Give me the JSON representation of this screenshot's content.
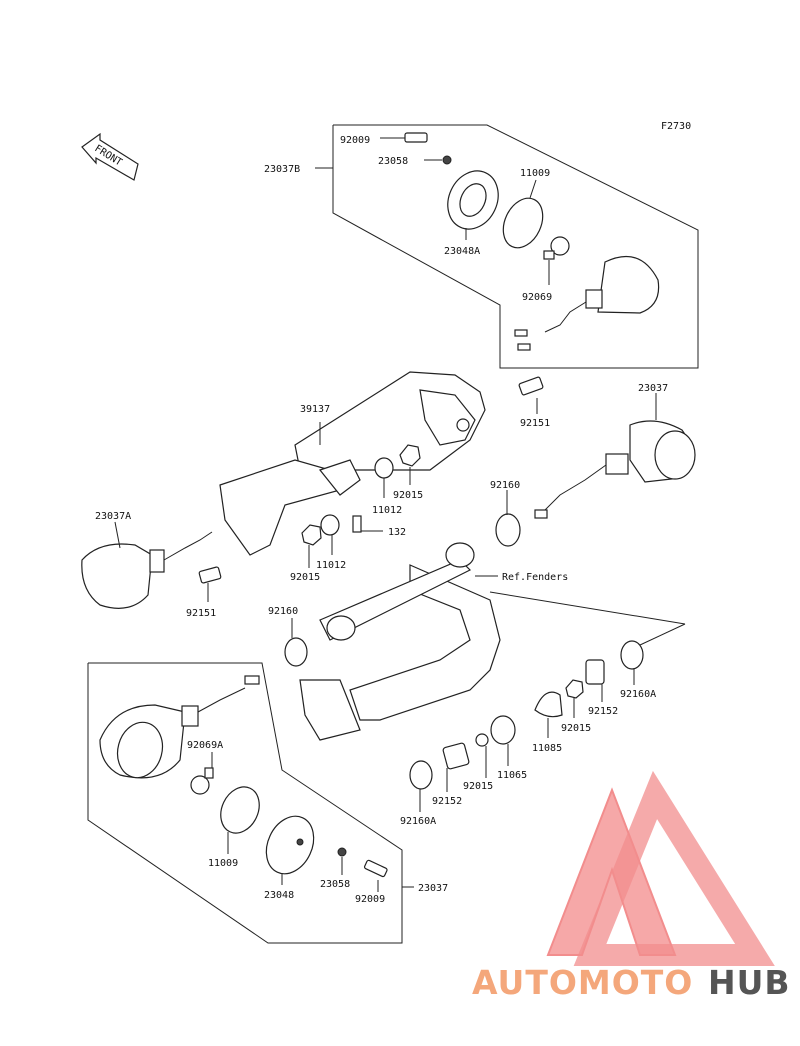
{
  "diagram_code": "F2730",
  "front_label": "FRONT",
  "ref_note": "Ref.Fenders",
  "parts": [
    {
      "id": "p-92009-top",
      "number": "92009"
    },
    {
      "id": "p-23058-top",
      "number": "23058"
    },
    {
      "id": "p-11009-top",
      "number": "11009"
    },
    {
      "id": "p-23037b",
      "number": "23037B"
    },
    {
      "id": "p-23048a",
      "number": "23048A"
    },
    {
      "id": "p-92069",
      "number": "92069"
    },
    {
      "id": "p-23037",
      "number": "23037"
    },
    {
      "id": "p-39137",
      "number": "39137"
    },
    {
      "id": "p-92151-r",
      "number": "92151"
    },
    {
      "id": "p-92015-a",
      "number": "92015"
    },
    {
      "id": "p-92160-a",
      "number": "92160"
    },
    {
      "id": "p-11012-a",
      "number": "11012"
    },
    {
      "id": "p-23037a",
      "number": "23037A"
    },
    {
      "id": "p-132",
      "number": "132"
    },
    {
      "id": "p-11012-b",
      "number": "11012"
    },
    {
      "id": "p-92015-b",
      "number": "92015"
    },
    {
      "id": "p-92151-l",
      "number": "92151"
    },
    {
      "id": "p-92160-b",
      "number": "92160"
    },
    {
      "id": "p-92069a",
      "number": "92069A"
    },
    {
      "id": "p-92152-r",
      "number": "92152"
    },
    {
      "id": "p-92160a-r",
      "number": "92160A"
    },
    {
      "id": "p-92015-c",
      "number": "92015"
    },
    {
      "id": "p-11085",
      "number": "11085"
    },
    {
      "id": "p-11065",
      "number": "11065"
    },
    {
      "id": "p-92015-d",
      "number": "92015"
    },
    {
      "id": "p-92152-b",
      "number": "92152"
    },
    {
      "id": "p-92160a-b",
      "number": "92160A"
    },
    {
      "id": "p-11009-b",
      "number": "11009"
    },
    {
      "id": "p-23048",
      "number": "23048"
    },
    {
      "id": "p-23058-b",
      "number": "23058"
    },
    {
      "id": "p-92009-b",
      "number": "92009"
    },
    {
      "id": "p-23037-b",
      "number": "23037"
    }
  ],
  "watermark": {
    "part1": "AUTOMOTO",
    "part2": "HUB",
    "color_primary": "#f4a77b",
    "color_secondary": "#f26d6d",
    "color_dark": "#555555"
  }
}
